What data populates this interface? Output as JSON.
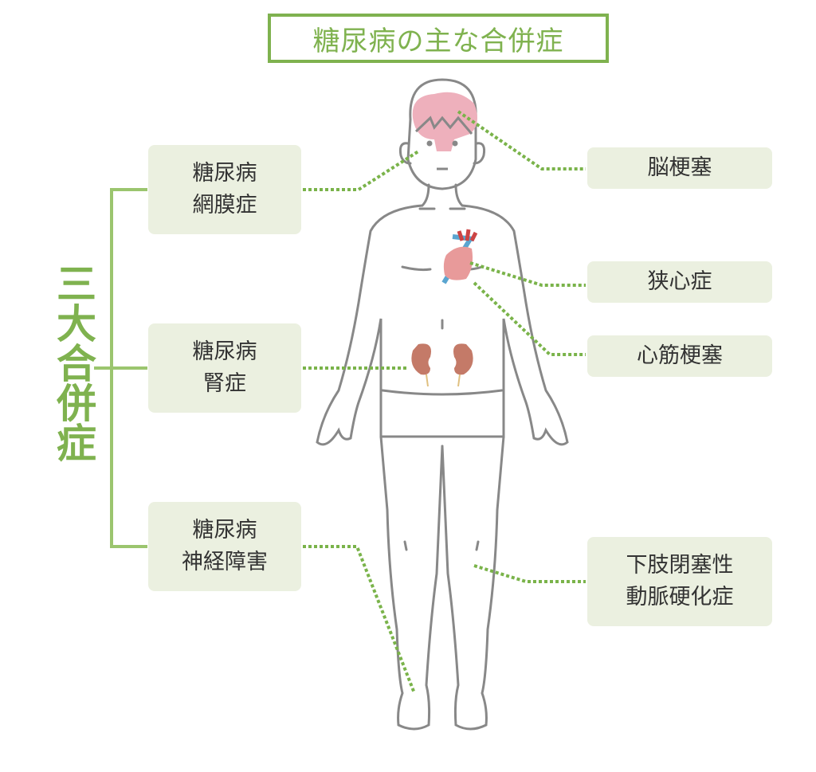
{
  "title": "糖尿病の主な合併症",
  "side_label": "三大合併症",
  "left_boxes": [
    {
      "line1": "糖尿病",
      "line2": "網膜症"
    },
    {
      "line1": "糖尿病",
      "line2": "腎症"
    },
    {
      "line1": "糖尿病",
      "line2": "神経障害"
    }
  ],
  "right_boxes": [
    {
      "line1": "脳梗塞"
    },
    {
      "line1": "狭心症"
    },
    {
      "line1": "心筋梗塞"
    },
    {
      "line1": "下肢閉塞性",
      "line2": "動脈硬化症"
    }
  ],
  "colors": {
    "accent": "#7fb24f",
    "box_bg": "#ebf0e0",
    "outline": "#888888",
    "brain": "#eeb0bc",
    "heart": "#e89a9a",
    "kidney": "#c47a68"
  }
}
